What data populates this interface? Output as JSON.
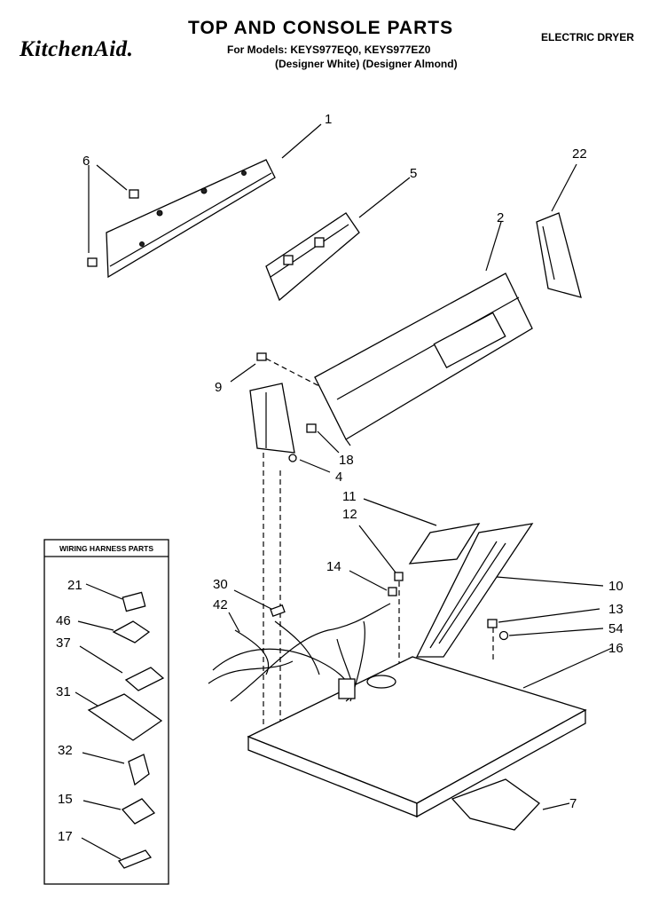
{
  "header": {
    "brand": "KitchenAid.",
    "title": "TOP AND CONSOLE PARTS",
    "models": "For Models: KEYS977EQ0, KEYS977EZ0",
    "variants": "(Designer White) (Designer Almond)",
    "product": "ELECTRIC DRYER"
  },
  "harness_box": {
    "title": "WIRING HARNESS PARTS"
  },
  "callouts": {
    "p1": "1",
    "p2": "2",
    "p4": "4",
    "p5": "5",
    "p6": "6",
    "p7": "7",
    "p9": "9",
    "p10": "10",
    "p11": "11",
    "p12": "12",
    "p13": "13",
    "p14": "14",
    "p16": "16",
    "p18": "18",
    "p22": "22",
    "p30": "30",
    "p42": "42",
    "p54": "54",
    "h21": "21",
    "h46": "46",
    "h37": "37",
    "h31": "31",
    "h32": "32",
    "h15": "15",
    "h17": "17"
  }
}
